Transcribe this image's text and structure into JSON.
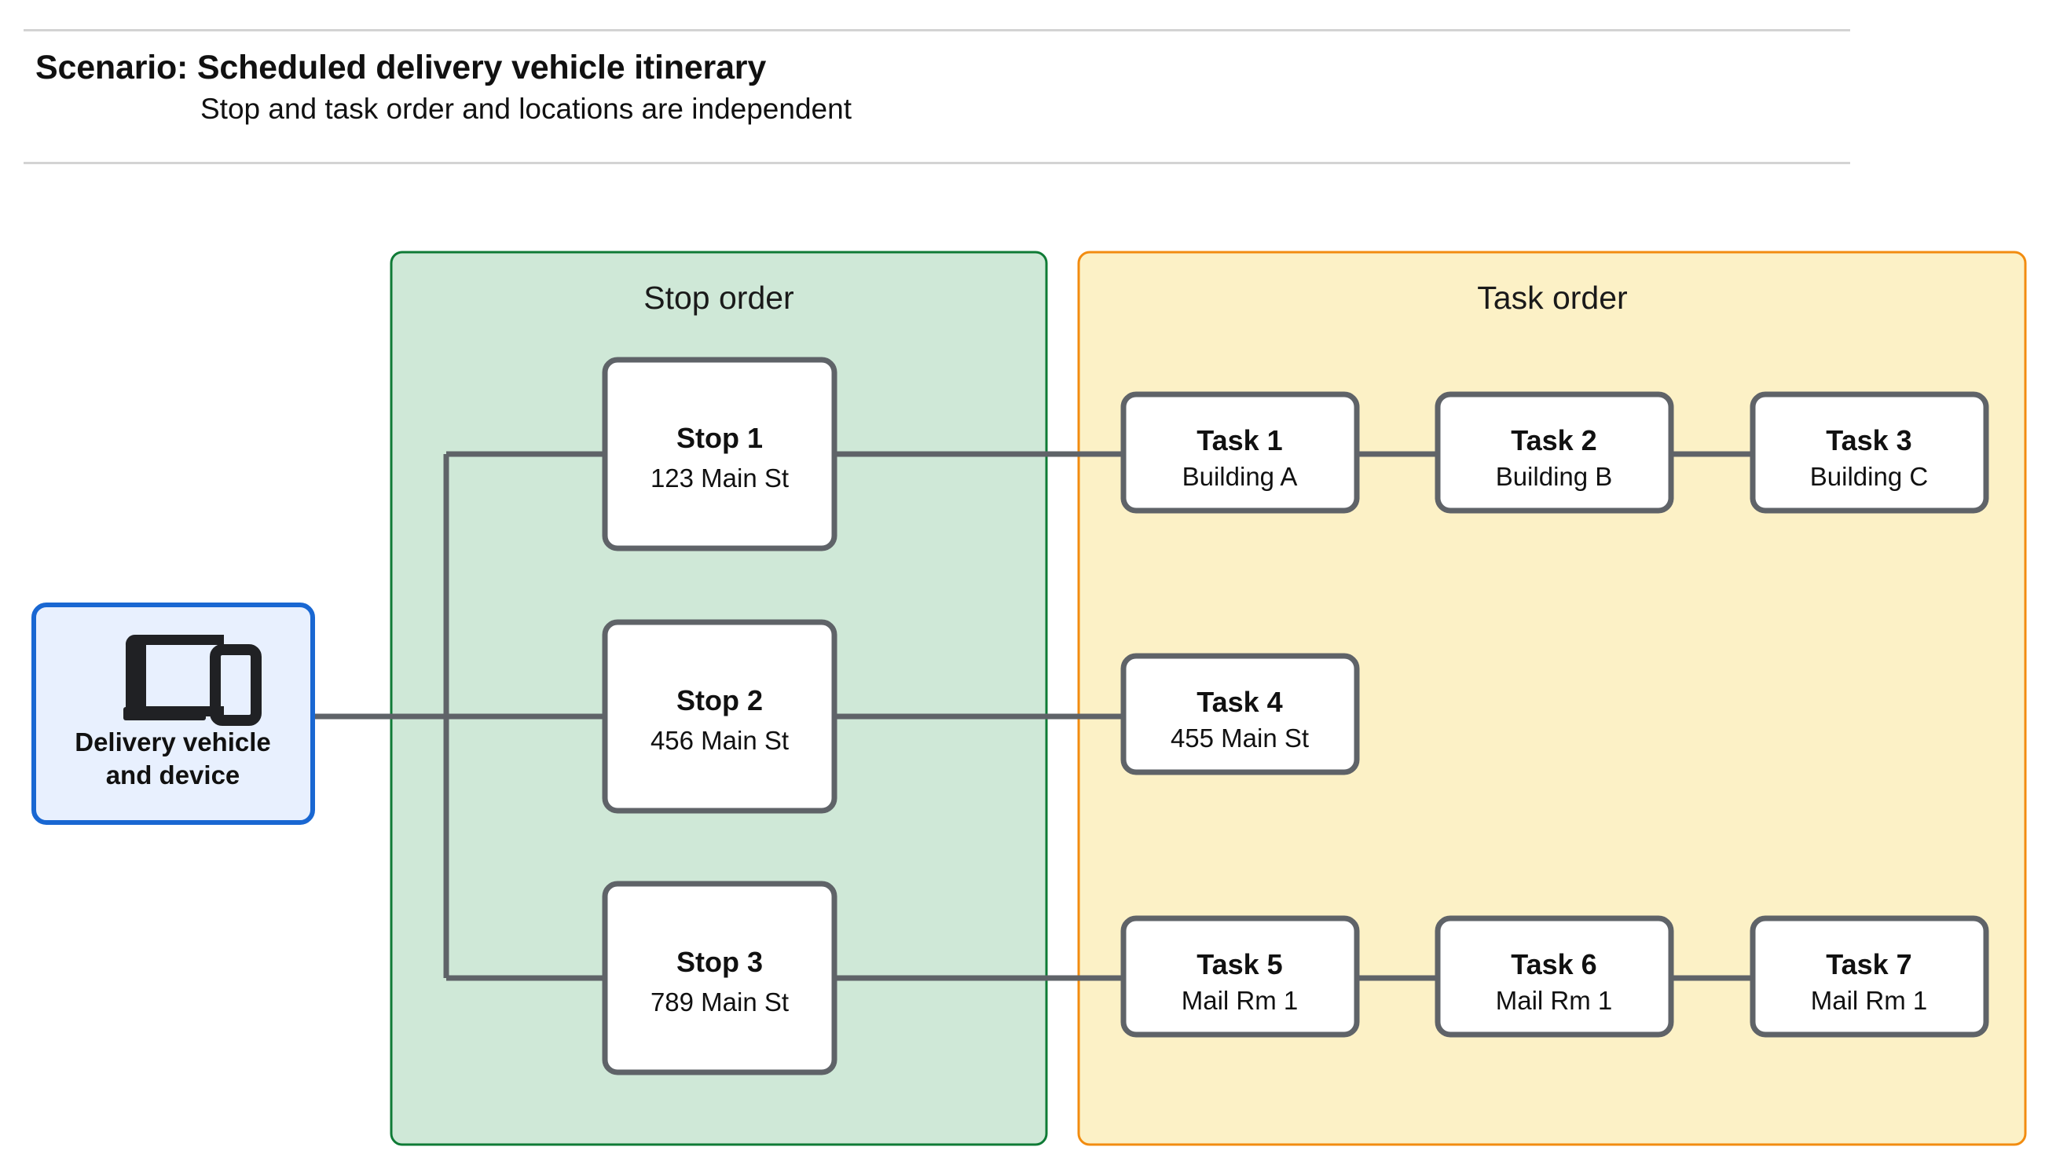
{
  "header": {
    "title": "Scenario: Scheduled delivery vehicle itinerary",
    "subtitle": "Stop and task order and locations are independent"
  },
  "vehicle": {
    "icon": "devices-icon",
    "label_line1": "Delivery vehicle",
    "label_line2": "and device",
    "border_color": "#1967d2",
    "fill_color": "#e8f0fe"
  },
  "panels": {
    "stop": {
      "title": "Stop order",
      "fill_color": "#cfe8d7",
      "border_color": "#0f7b36"
    },
    "task": {
      "title": "Task order",
      "fill_color": "#fcf1c6",
      "border_color": "#f28c10"
    }
  },
  "stops": [
    {
      "title": "Stop 1",
      "location": "123 Main St"
    },
    {
      "title": "Stop 2",
      "location": "456 Main St"
    },
    {
      "title": "Stop 3",
      "location": "789 Main St"
    }
  ],
  "task_rows": [
    [
      {
        "title": "Task 1",
        "location": "Building A"
      },
      {
        "title": "Task 2",
        "location": "Building B"
      },
      {
        "title": "Task 3",
        "location": "Building C"
      }
    ],
    [
      {
        "title": "Task 4",
        "location": "455 Main St"
      }
    ],
    [
      {
        "title": "Task 5",
        "location": "Mail Rm 1"
      },
      {
        "title": "Task 6",
        "location": "Mail Rm 1"
      },
      {
        "title": "Task 7",
        "location": "Mail Rm 1"
      }
    ]
  ],
  "node_style": {
    "fill_color": "#ffffff",
    "border_color": "#5f6368",
    "connector_color": "#5f6368"
  }
}
